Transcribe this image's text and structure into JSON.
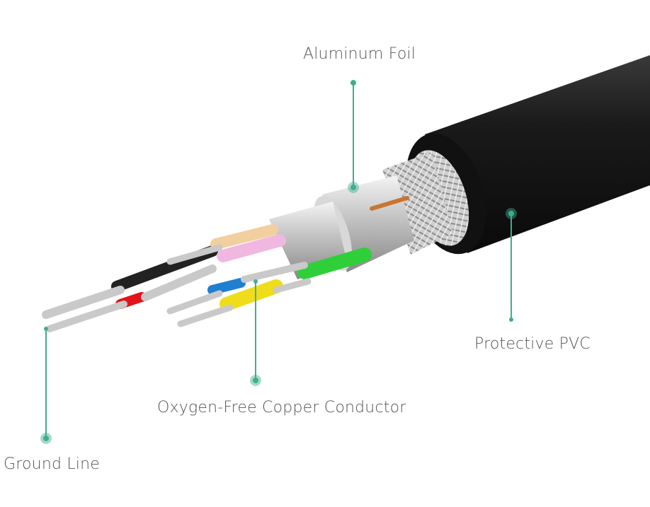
{
  "callouts": {
    "aluminum_foil": "Aluminum Foil",
    "protective_pvc": "Protective PVC",
    "copper_conductor": "Oxygen-Free Copper Conductor",
    "ground_line": "Ground Line"
  },
  "colors": {
    "accent": "#3fae8e",
    "jacket": "#1c1c1c",
    "label_text": "#555555"
  }
}
